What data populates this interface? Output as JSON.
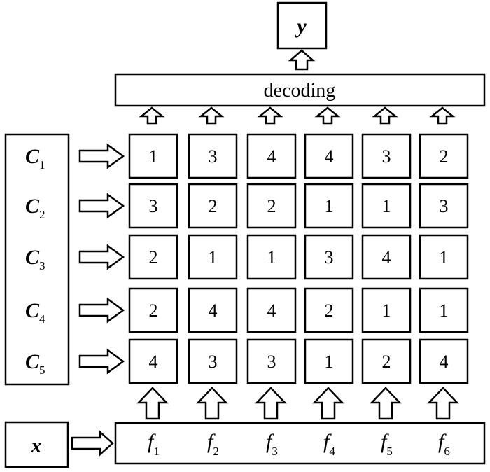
{
  "output": {
    "label": "y"
  },
  "decoder": {
    "label": "decoding"
  },
  "input": {
    "label": "x"
  },
  "classifiers": [
    {
      "letter": "C",
      "sub": "1"
    },
    {
      "letter": "C",
      "sub": "2"
    },
    {
      "letter": "C",
      "sub": "3"
    },
    {
      "letter": "C",
      "sub": "4"
    },
    {
      "letter": "C",
      "sub": "5"
    }
  ],
  "features": [
    {
      "letter": "f",
      "sub": "1"
    },
    {
      "letter": "f",
      "sub": "2"
    },
    {
      "letter": "f",
      "sub": "3"
    },
    {
      "letter": "f",
      "sub": "4"
    },
    {
      "letter": "f",
      "sub": "5"
    },
    {
      "letter": "f",
      "sub": "6"
    }
  ],
  "matrix": [
    [
      "1",
      "3",
      "4",
      "4",
      "3",
      "2"
    ],
    [
      "3",
      "2",
      "2",
      "1",
      "1",
      "3"
    ],
    [
      "2",
      "1",
      "1",
      "3",
      "4",
      "1"
    ],
    [
      "2",
      "4",
      "4",
      "2",
      "1",
      "1"
    ],
    [
      "4",
      "3",
      "3",
      "1",
      "2",
      "4"
    ]
  ]
}
